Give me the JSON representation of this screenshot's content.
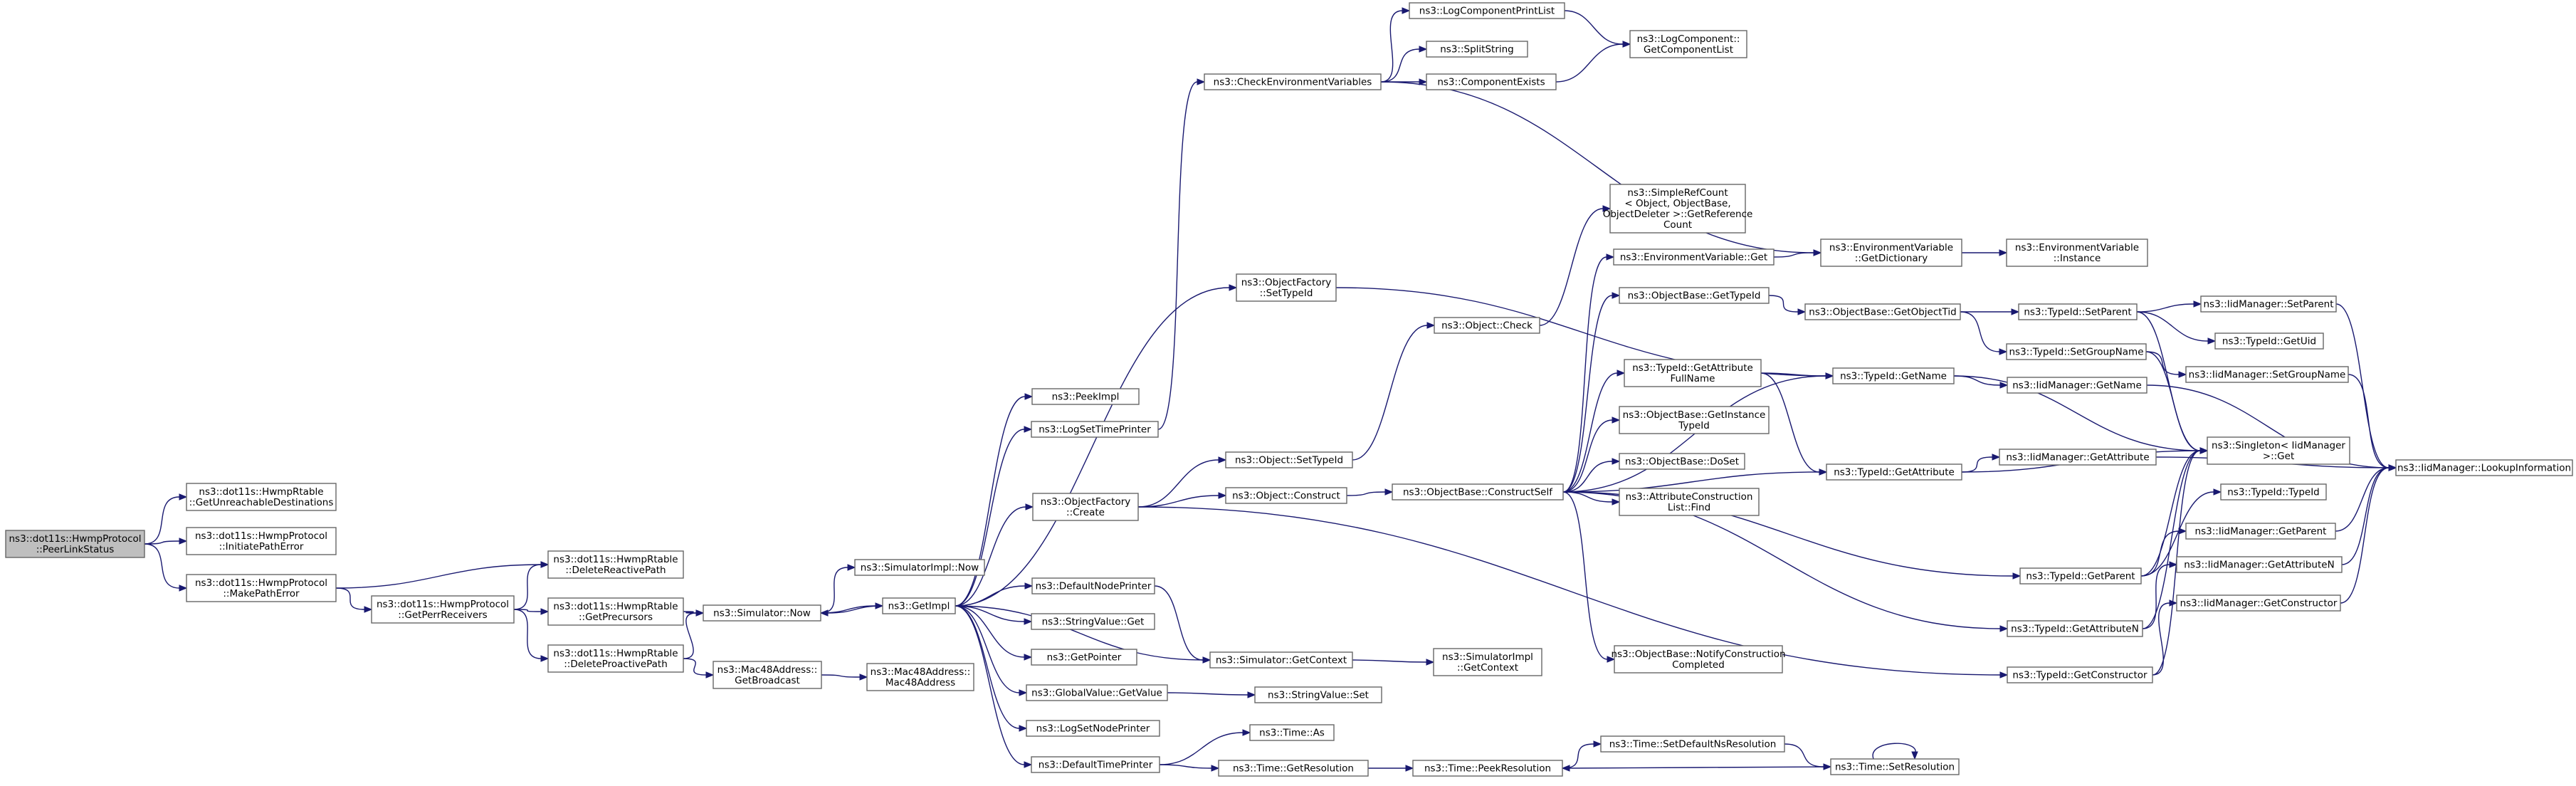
{
  "graph": {
    "colors": {
      "edge": "#191970",
      "node_border": "#666666",
      "node_fill": "#ffffff",
      "root_fill": "#bfbfbf"
    },
    "nodes": [
      {
        "id": "root",
        "lines": [
          "ns3::dot11s::HwmpProtocol",
          "::PeerLinkStatus"
        ],
        "root": true
      },
      {
        "id": "getUnreach",
        "lines": [
          "ns3::dot11s::HwmpRtable",
          "::GetUnreachableDestinations"
        ]
      },
      {
        "id": "initPathErr",
        "lines": [
          "ns3::dot11s::HwmpProtocol",
          "::InitiatePathError"
        ]
      },
      {
        "id": "makePathErr",
        "lines": [
          "ns3::dot11s::HwmpProtocol",
          "::MakePathError"
        ]
      },
      {
        "id": "getPerrRecv",
        "lines": [
          "ns3::dot11s::HwmpProtocol",
          "::GetPerrReceivers"
        ]
      },
      {
        "id": "delReactive",
        "lines": [
          "ns3::dot11s::HwmpRtable",
          "::DeleteReactivePath"
        ]
      },
      {
        "id": "getPrecursors",
        "lines": [
          "ns3::dot11s::HwmpRtable",
          "::GetPrecursors"
        ]
      },
      {
        "id": "delProactive",
        "lines": [
          "ns3::dot11s::HwmpRtable",
          "::DeleteProactivePath"
        ]
      },
      {
        "id": "simNow",
        "lines": [
          "ns3::Simulator::Now"
        ]
      },
      {
        "id": "macGetBroadcast",
        "lines": [
          "ns3::Mac48Address::",
          "GetBroadcast"
        ]
      },
      {
        "id": "macCtor",
        "lines": [
          "ns3::Mac48Address::",
          "Mac48Address"
        ]
      },
      {
        "id": "simImplNow",
        "lines": [
          "ns3::SimulatorImpl::Now"
        ]
      },
      {
        "id": "getImpl",
        "lines": [
          "ns3::GetImpl"
        ]
      },
      {
        "id": "peekImpl",
        "lines": [
          "ns3::PeekImpl"
        ]
      },
      {
        "id": "logSetTime",
        "lines": [
          "ns3::LogSetTimePrinter"
        ]
      },
      {
        "id": "objFactCreate",
        "lines": [
          "ns3::ObjectFactory",
          "::Create"
        ]
      },
      {
        "id": "defNodePrinter",
        "lines": [
          "ns3::DefaultNodePrinter"
        ]
      },
      {
        "id": "strValGet",
        "lines": [
          "ns3::StringValue::Get"
        ]
      },
      {
        "id": "getPointer",
        "lines": [
          "ns3::GetPointer"
        ]
      },
      {
        "id": "gvGetValue",
        "lines": [
          "ns3::GlobalValue::GetValue"
        ]
      },
      {
        "id": "logSetNode",
        "lines": [
          "ns3::LogSetNodePrinter"
        ]
      },
      {
        "id": "defTimePrinter",
        "lines": [
          "ns3::DefaultTimePrinter"
        ]
      },
      {
        "id": "checkEnv",
        "lines": [
          "ns3::CheckEnvironmentVariables"
        ]
      },
      {
        "id": "logCompPrint",
        "lines": [
          "ns3::LogComponentPrintList"
        ]
      },
      {
        "id": "splitString",
        "lines": [
          "ns3::SplitString"
        ]
      },
      {
        "id": "compExists",
        "lines": [
          "ns3::ComponentExists"
        ]
      },
      {
        "id": "logCompGetList",
        "lines": [
          "ns3::LogComponent::",
          "GetComponentList"
        ]
      },
      {
        "id": "objFactSetTid",
        "lines": [
          "ns3::ObjectFactory",
          "::SetTypeId"
        ]
      },
      {
        "id": "objSetTid",
        "lines": [
          "ns3::Object::SetTypeId"
        ]
      },
      {
        "id": "objConstruct",
        "lines": [
          "ns3::Object::Construct"
        ]
      },
      {
        "id": "objCheck",
        "lines": [
          "ns3::Object::Check"
        ]
      },
      {
        "id": "simGetCtx",
        "lines": [
          "ns3::Simulator::GetContext"
        ]
      },
      {
        "id": "simImplGetCtx",
        "lines": [
          "ns3::SimulatorImpl",
          "::GetContext"
        ]
      },
      {
        "id": "strValSet",
        "lines": [
          "ns3::StringValue::Set"
        ]
      },
      {
        "id": "timeAs",
        "lines": [
          "ns3::Time::As"
        ]
      },
      {
        "id": "timeGetRes",
        "lines": [
          "ns3::Time::GetResolution"
        ]
      },
      {
        "id": "timePeekRes",
        "lines": [
          "ns3::Time::PeekResolution"
        ]
      },
      {
        "id": "timeSetDefNs",
        "lines": [
          "ns3::Time::SetDefaultNsResolution"
        ]
      },
      {
        "id": "timeSetRes",
        "lines": [
          "ns3::Time::SetResolution"
        ]
      },
      {
        "id": "simpleRefCount",
        "lines": [
          "ns3::SimpleRefCount",
          "< Object, ObjectBase,",
          "ObjectDeleter >::GetReference",
          "Count"
        ]
      },
      {
        "id": "envVarGet",
        "lines": [
          "ns3::EnvironmentVariable::Get"
        ]
      },
      {
        "id": "envVarGetDict",
        "lines": [
          "ns3::EnvironmentVariable",
          "::GetDictionary"
        ]
      },
      {
        "id": "envVarInstance",
        "lines": [
          "ns3::EnvironmentVariable",
          "::Instance"
        ]
      },
      {
        "id": "objBaseGetTid",
        "lines": [
          "ns3::ObjectBase::GetTypeId"
        ]
      },
      {
        "id": "objBaseGetOTid",
        "lines": [
          "ns3::ObjectBase::GetObjectTid"
        ]
      },
      {
        "id": "objBaseConstructSelf",
        "lines": [
          "ns3::ObjectBase::ConstructSelf"
        ]
      },
      {
        "id": "tidGetAttrFullName",
        "lines": [
          "ns3::TypeId::GetAttribute",
          "FullName"
        ]
      },
      {
        "id": "objBaseGetInstTid",
        "lines": [
          "ns3::ObjectBase::GetInstance",
          "TypeId"
        ]
      },
      {
        "id": "objBaseDoSet",
        "lines": [
          "ns3::ObjectBase::DoSet"
        ]
      },
      {
        "id": "attrConstrFind",
        "lines": [
          "ns3::AttributeConstruction",
          "List::Find"
        ]
      },
      {
        "id": "objBaseNotify",
        "lines": [
          "ns3::ObjectBase::NotifyConstruction",
          "Completed"
        ]
      },
      {
        "id": "tidGetName",
        "lines": [
          "ns3::TypeId::GetName"
        ]
      },
      {
        "id": "tidGetAttribute",
        "lines": [
          "ns3::TypeId::GetAttribute"
        ]
      },
      {
        "id": "tidGetParent",
        "lines": [
          "ns3::TypeId::GetParent"
        ]
      },
      {
        "id": "tidGetAttrN",
        "lines": [
          "ns3::TypeId::GetAttributeN"
        ]
      },
      {
        "id": "tidGetCtor",
        "lines": [
          "ns3::TypeId::GetConstructor"
        ]
      },
      {
        "id": "tidSetParent",
        "lines": [
          "ns3::TypeId::SetParent"
        ]
      },
      {
        "id": "tidSetGroupName",
        "lines": [
          "ns3::TypeId::SetGroupName"
        ]
      },
      {
        "id": "singletonGet",
        "lines": [
          "ns3::Singleton< IidManager",
          ">::Get"
        ]
      },
      {
        "id": "iidSetParent",
        "lines": [
          "ns3::IidManager::SetParent"
        ]
      },
      {
        "id": "tidGetUid",
        "lines": [
          "ns3::TypeId::GetUid"
        ]
      },
      {
        "id": "iidSetGroupName",
        "lines": [
          "ns3::IidManager::SetGroupName"
        ]
      },
      {
        "id": "iidGetName",
        "lines": [
          "ns3::IidManager::GetName"
        ]
      },
      {
        "id": "iidGetAttribute",
        "lines": [
          "ns3::IidManager::GetAttribute"
        ]
      },
      {
        "id": "tidTypeId",
        "lines": [
          "ns3::TypeId::TypeId"
        ]
      },
      {
        "id": "iidGetParent",
        "lines": [
          "ns3::IidManager::GetParent"
        ]
      },
      {
        "id": "iidGetAttrN",
        "lines": [
          "ns3::IidManager::GetAttributeN"
        ]
      },
      {
        "id": "iidGetCtor",
        "lines": [
          "ns3::IidManager::GetConstructor"
        ]
      },
      {
        "id": "iidLookup",
        "lines": [
          "ns3::IidManager::LookupInformation"
        ]
      }
    ],
    "edges": [
      [
        "root",
        "getUnreach"
      ],
      [
        "root",
        "initPathErr"
      ],
      [
        "root",
        "makePathErr"
      ],
      [
        "makePathErr",
        "getPerrRecv"
      ],
      [
        "makePathErr",
        "delReactive"
      ],
      [
        "getPerrRecv",
        "delReactive"
      ],
      [
        "getPerrRecv",
        "getPrecursors"
      ],
      [
        "getPerrRecv",
        "delProactive"
      ],
      [
        "getPrecursors",
        "simNow"
      ],
      [
        "delProactive",
        "simNow"
      ],
      [
        "delProactive",
        "macGetBroadcast"
      ],
      [
        "macGetBroadcast",
        "macCtor"
      ],
      [
        "simNow",
        "simImplNow"
      ],
      [
        "simNow",
        "getImpl"
      ],
      [
        "getImpl",
        "simNow"
      ],
      [
        "getImpl",
        "peekImpl"
      ],
      [
        "getImpl",
        "logSetTime"
      ],
      [
        "getImpl",
        "objFactCreate"
      ],
      [
        "getImpl",
        "defNodePrinter"
      ],
      [
        "getImpl",
        "strValGet"
      ],
      [
        "getImpl",
        "getPointer"
      ],
      [
        "getImpl",
        "gvGetValue"
      ],
      [
        "getImpl",
        "logSetNode"
      ],
      [
        "getImpl",
        "defTimePrinter"
      ],
      [
        "getImpl",
        "simGetCtx"
      ],
      [
        "getImpl",
        "objFactSetTid"
      ],
      [
        "logSetTime",
        "checkEnv"
      ],
      [
        "checkEnv",
        "logCompPrint"
      ],
      [
        "checkEnv",
        "splitString"
      ],
      [
        "checkEnv",
        "compExists"
      ],
      [
        "checkEnv",
        "envVarGetDict"
      ],
      [
        "logCompPrint",
        "logCompGetList"
      ],
      [
        "compExists",
        "logCompGetList"
      ],
      [
        "objFactSetTid",
        "tidGetName"
      ],
      [
        "objFactCreate",
        "objSetTid"
      ],
      [
        "objFactCreate",
        "objConstruct"
      ],
      [
        "objFactCreate",
        "tidGetCtor"
      ],
      [
        "objSetTid",
        "objCheck"
      ],
      [
        "objCheck",
        "simpleRefCount"
      ],
      [
        "objConstruct",
        "objBaseConstructSelf"
      ],
      [
        "defNodePrinter",
        "simGetCtx"
      ],
      [
        "simGetCtx",
        "simImplGetCtx"
      ],
      [
        "gvGetValue",
        "strValSet"
      ],
      [
        "defTimePrinter",
        "timeAs"
      ],
      [
        "defTimePrinter",
        "timeGetRes"
      ],
      [
        "timeGetRes",
        "timePeekRes"
      ],
      [
        "timePeekRes",
        "timeSetDefNs"
      ],
      [
        "timeSetDefNs",
        "timeSetRes"
      ],
      [
        "timeSetRes",
        "timePeekRes"
      ],
      [
        "timeSetRes",
        "timeSetRes"
      ],
      [
        "objBaseConstructSelf",
        "envVarGet"
      ],
      [
        "objBaseConstructSelf",
        "objBaseGetTid"
      ],
      [
        "objBaseConstructSelf",
        "tidGetAttrFullName"
      ],
      [
        "objBaseConstructSelf",
        "tidGetName"
      ],
      [
        "objBaseConstructSelf",
        "objBaseGetInstTid"
      ],
      [
        "objBaseConstructSelf",
        "objBaseDoSet"
      ],
      [
        "objBaseConstructSelf",
        "attrConstrFind"
      ],
      [
        "objBaseConstructSelf",
        "tidGetAttribute"
      ],
      [
        "objBaseConstructSelf",
        "tidGetParent"
      ],
      [
        "objBaseConstructSelf",
        "tidGetAttrN"
      ],
      [
        "objBaseConstructSelf",
        "objBaseNotify"
      ],
      [
        "envVarGet",
        "envVarGetDict"
      ],
      [
        "envVarGetDict",
        "envVarInstance"
      ],
      [
        "objBaseGetTid",
        "objBaseGetOTid"
      ],
      [
        "objBaseGetOTid",
        "tidSetParent"
      ],
      [
        "objBaseGetOTid",
        "tidSetGroupName"
      ],
      [
        "tidGetAttrFullName",
        "tidGetName"
      ],
      [
        "tidGetAttrFullName",
        "tidGetAttribute"
      ],
      [
        "tidGetName",
        "iidGetName"
      ],
      [
        "tidGetName",
        "singletonGet"
      ],
      [
        "tidGetAttribute",
        "iidGetAttribute"
      ],
      [
        "tidGetAttribute",
        "singletonGet"
      ],
      [
        "tidGetParent",
        "tidTypeId"
      ],
      [
        "tidGetParent",
        "iidGetParent"
      ],
      [
        "tidGetParent",
        "singletonGet"
      ],
      [
        "tidGetAttrN",
        "iidGetAttrN"
      ],
      [
        "tidGetAttrN",
        "singletonGet"
      ],
      [
        "tidGetCtor",
        "iidGetCtor"
      ],
      [
        "tidGetCtor",
        "singletonGet"
      ],
      [
        "tidSetParent",
        "iidSetParent"
      ],
      [
        "tidSetParent",
        "tidGetUid"
      ],
      [
        "tidSetParent",
        "singletonGet"
      ],
      [
        "tidSetGroupName",
        "iidSetGroupName"
      ],
      [
        "tidSetGroupName",
        "singletonGet"
      ],
      [
        "iidSetParent",
        "iidLookup"
      ],
      [
        "iidSetGroupName",
        "iidLookup"
      ],
      [
        "iidGetName",
        "iidLookup"
      ],
      [
        "iidGetAttribute",
        "iidLookup"
      ],
      [
        "iidGetParent",
        "iidLookup"
      ],
      [
        "iidGetAttrN",
        "iidLookup"
      ],
      [
        "iidGetCtor",
        "iidLookup"
      ]
    ]
  }
}
